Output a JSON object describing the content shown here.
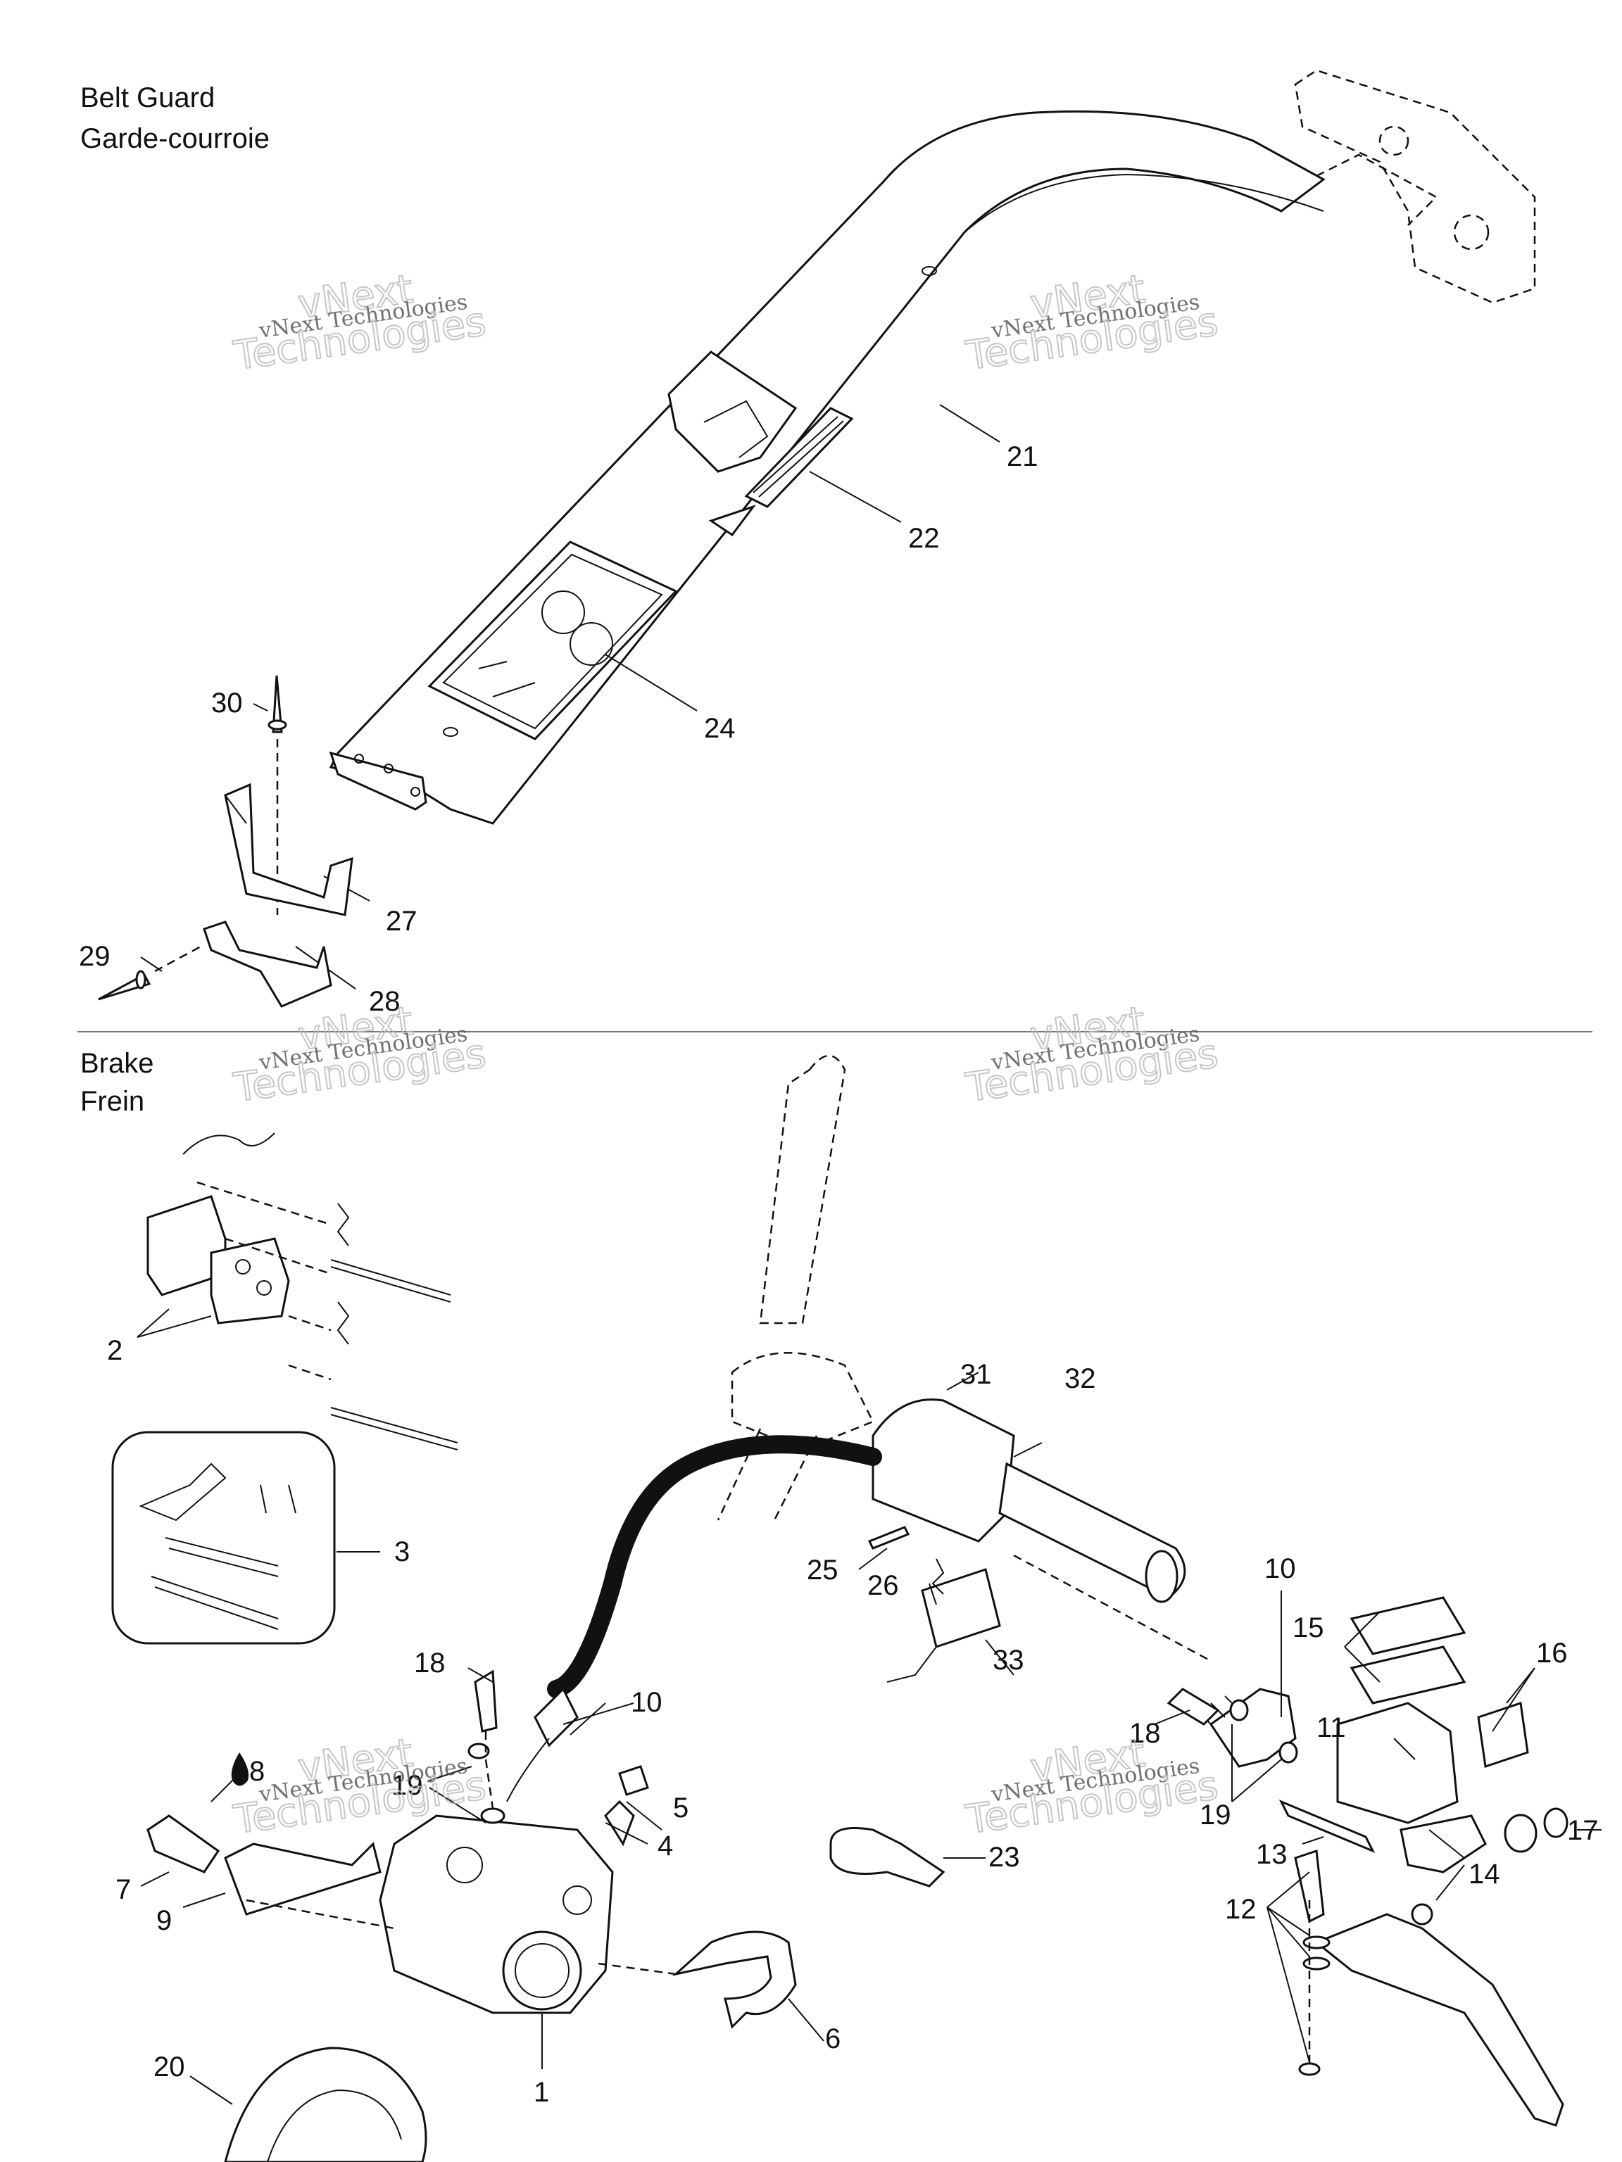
{
  "sections": {
    "belt_guard": {
      "title_en": "Belt Guard",
      "title_fr": "Garde-courroie"
    },
    "brake": {
      "title_en": "Brake",
      "title_fr": "Frein"
    }
  },
  "watermark": {
    "line1": "vNext Technologies",
    "line2": "vNext",
    "line3": "Technologies"
  },
  "callouts": {
    "c21": "21",
    "c22": "22",
    "c24": "24",
    "c30": "30",
    "c27": "27",
    "c29": "29",
    "c28": "28",
    "c2": "2",
    "c3": "3",
    "c31": "31",
    "c32": "32",
    "c25": "25",
    "c26": "26",
    "c33": "33",
    "c18a": "18",
    "c10a": "10",
    "c19a": "19",
    "c8": "8",
    "c5": "5",
    "c4": "4",
    "c7": "7",
    "c9": "9",
    "c1": "1",
    "c6": "6",
    "c20": "20",
    "c23": "23",
    "c10b": "10",
    "c15": "15",
    "c16": "16",
    "c11": "11",
    "c18b": "18",
    "c19b": "19",
    "c17": "17",
    "c13": "13",
    "c14": "14",
    "c12": "12"
  },
  "icons": {
    "oil_drop": "oil-drop-icon"
  }
}
